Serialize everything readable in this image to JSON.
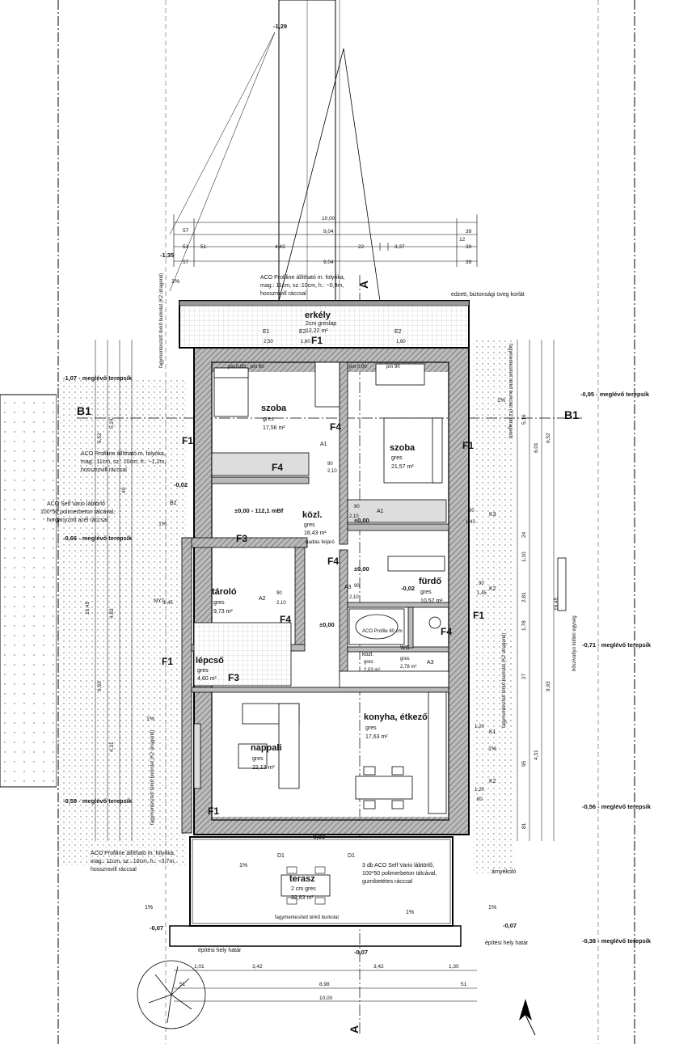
{
  "sections": {
    "top": "A",
    "bottom": "A",
    "left": "B1",
    "right": "B1"
  },
  "rooms": {
    "balcony": {
      "name": "erkély",
      "finish": "2cm greslap",
      "area": "12,22 m²"
    },
    "bedroom_left": {
      "name": "szoba",
      "finish": "gres",
      "area": "17,56 m²"
    },
    "bedroom_right": {
      "name": "szoba",
      "finish": "gres",
      "area": "21,57 m²"
    },
    "hall": {
      "name": "közl.",
      "finish": "gres",
      "area": "16,43 m²"
    },
    "storage": {
      "name": "tároló",
      "finish": "gres",
      "area": "9,73 m²"
    },
    "bathroom": {
      "name": "fürdő",
      "finish": "gres",
      "area": "10,57 m²"
    },
    "small_hall": {
      "name": "közl.",
      "finish": "gres",
      "area": "2,03 m²"
    },
    "wc": {
      "name": "WC",
      "finish": "gres",
      "area": "2,78 m²"
    },
    "stairs": {
      "name": "lépcső",
      "finish": "gres",
      "area": "4,60 m²"
    },
    "living": {
      "name": "nappali",
      "finish": "gres",
      "area": "22,13 m²"
    },
    "kitchen": {
      "name": "konyha, étkező",
      "finish": "gres",
      "area": "17,63 m²"
    },
    "terrace": {
      "name": "terasz",
      "finish": "2 cm gres",
      "area": "32,83 m²"
    }
  },
  "levels": {
    "main": "±0,00 - 112,1 mBf",
    "zero_a": "±0,00",
    "zero_b": "±0,00",
    "zero_c": "±0,00",
    "minus_002a": "-0,02",
    "minus_002b": "-0,02",
    "minus_003": "-0,03",
    "minus_007a": "-0,07",
    "minus_007b": "-0,07",
    "minus_007c": "-0,07",
    "minus_129": "-1,29",
    "minus_135": "-1,35",
    "pm_000a": "pm 0,00",
    "pm_000b": "pm 0,00",
    "pm90a": "pm 90",
    "pm90b": "pm 90"
  },
  "terrain": {
    "left1": "-1,07 - meglévő terepsík",
    "left2": "-0,66 - meglévő terepsík",
    "left3": "-0,59 - meglévő terepsík",
    "right1": "-0,95 - meglévő terepsík",
    "right2": "-0,71 - meglévő terepsík",
    "right3": "-0,56 - meglévő terepsík",
    "right4": "-0,38 - meglévő terepsík"
  },
  "notes": {
    "aco_top": [
      "ACO Profiline állítható m. folyóka,",
      "mag.: 11cm, sz.:10cm, h.: ~0,9m,",
      "hosszrovill ráccsal"
    ],
    "aco_mid": [
      "ACO Profiline állítható m. folyóka,",
      "mag.: 11cm, sz.: 10cm, h.: ~1,2m,",
      "hosszrovill ráccsal"
    ],
    "aco_vario": [
      "ACO Self Vario lábtörlő",
      "100*50 polimerbeton tálcával,",
      "horganyzott acél ráccsal"
    ],
    "aco_bottom": [
      "ACO Profiline állítható m. folyóka,",
      "mag.: 11cm, sz.: 10cm, h.: ~3,7m,",
      "hosszrovill ráccsal"
    ],
    "aco_vario3": [
      "3 db ACO Self Vario lábtörlő,",
      "100*50 polimerbeton tálcával,",
      "gumibetétes ráccsal"
    ],
    "glass": "edzett, biztonsági üveg korlát",
    "shade": "árnyékoló",
    "site_edge1": "építési hely határ",
    "site_edge2": "építési hely határ",
    "paving": "fagymentesített térkő burkolat",
    "paving_k2a": "fagymentesített térkő burkolat (K2 útragend)",
    "paving_k2b": "fagymentesített térkő burkolat (K2 útragend)",
    "paving_k2c": "fagymentesített térkő burkolat (K2 útragend)",
    "paving_k2d": "fagymentesített térkő burkolat (K2 útragend)",
    "heat_pump": "hőszivattyú kültéri egység",
    "attic": "padlás feljáró",
    "fireplace": "ACO Profile 80 cm",
    "slope1": "1%",
    "slope2": "1%",
    "slope3": "1%",
    "slope4": "1%",
    "slope5": "1%",
    "slope6": "1%",
    "slope7": "1%",
    "slope8": "1%",
    "slope9": "1%"
  },
  "tags": {
    "F1": "F1",
    "F3": "F3",
    "F4": "F4",
    "A1": "A1",
    "A2": "A2",
    "A3": "A3",
    "B2": "B2",
    "D1": "D1",
    "K1": "K1",
    "K2": "K2",
    "K3": "K3",
    "E1": "E1",
    "E2": "E2",
    "NY1": "NY1"
  },
  "dims": {
    "d1000": "10,00",
    "d904": "9,04",
    "d57": "57",
    "d39": "39",
    "d51": "51",
    "d443": "4,43",
    "d22": "22",
    "d337": "3,37",
    "d12": "12",
    "d342": "3,42",
    "d130": "1,30",
    "d101": "1,01",
    "d898": "8,98",
    "d652": "6,52",
    "d524": "5,24",
    "d1645": "16,45",
    "d993": "9,93",
    "d431": "4,31",
    "d483": "4,83",
    "d601": "6,01",
    "d516": "5,16",
    "d281": "2,81",
    "d178": "1,78",
    "d110": "1,10",
    "d90": "90",
    "d210": "2,10",
    "d120": "1,20",
    "d145": "1,45",
    "d143": "1,43",
    "d250": "2,50",
    "d160": "1,60",
    "d60": "60",
    "d27": "27",
    "d95": "95",
    "d81": "81",
    "d24": "24",
    "d40": "40"
  }
}
